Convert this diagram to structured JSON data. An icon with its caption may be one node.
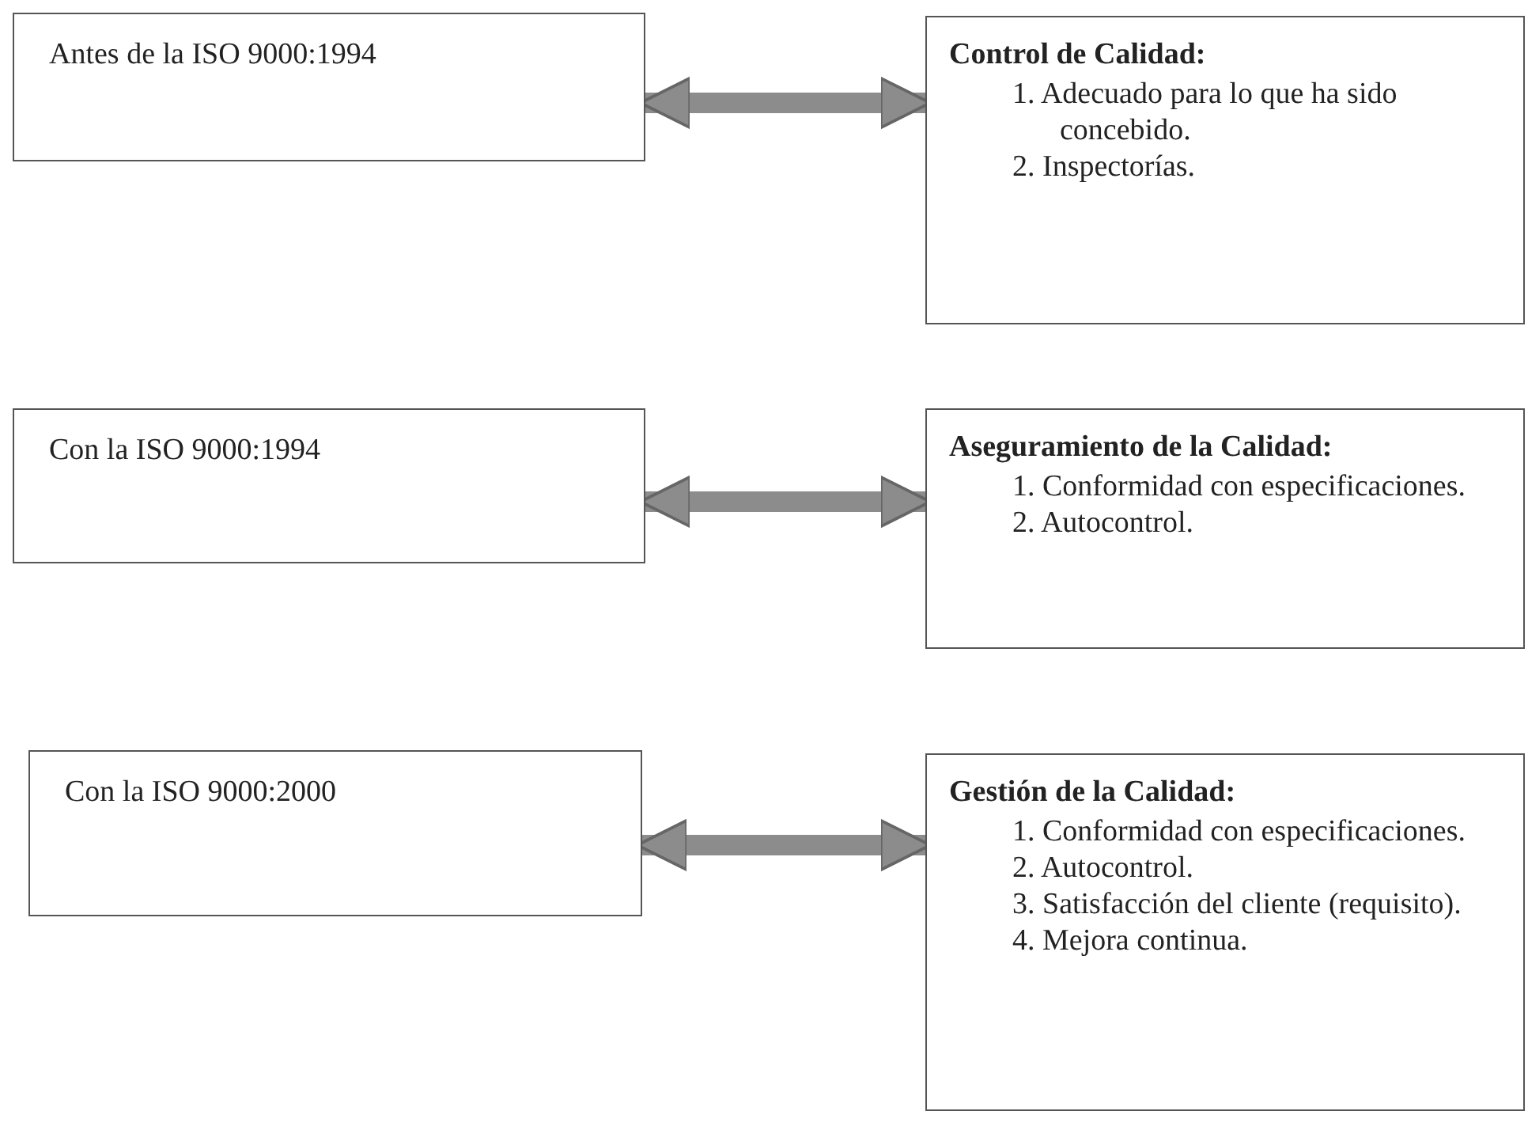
{
  "diagram": {
    "nodes": [
      {
        "text": [
          "Antes de la ISO 9000:1994"
        ]
      },
      {
        "text": [
          "Control de Calidad:",
          "1. Adecuado para lo que ha sido concebido.",
          "2. Inspectorías."
        ]
      },
      {
        "text": [
          "Con la ISO 9000:1994"
        ]
      },
      {
        "text": [
          "Aseguramiento de la Calidad:",
          "1. Conformidad con especificaciones.",
          "2. Autocontrol."
        ]
      },
      {
        "text": [
          "Con la ISO 9000:2000"
        ]
      },
      {
        "text": [
          "Gestión de la Calidad:",
          "1. Conformidad con especificaciones.",
          "2. Autocontrol.",
          "3. Satisfacción del cliente (requisito).",
          "4. Mejora continua."
        ]
      }
    ],
    "edges": [
      {
        "from": 0,
        "to": 1,
        "arrow": "both"
      },
      {
        "from": 2,
        "to": 3,
        "arrow": "both"
      },
      {
        "from": 4,
        "to": 5,
        "arrow": "both"
      }
    ]
  }
}
